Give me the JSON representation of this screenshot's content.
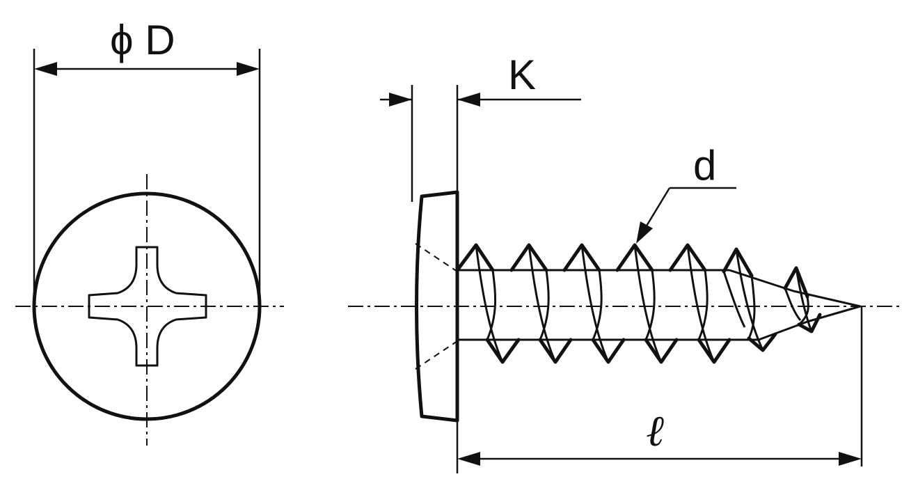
{
  "labels": {
    "head_diameter": "ϕ D",
    "head_height": "K",
    "thread_diameter": "d",
    "length": "ℓ"
  },
  "colors": {
    "line": "#111111",
    "background": "#ffffff"
  }
}
